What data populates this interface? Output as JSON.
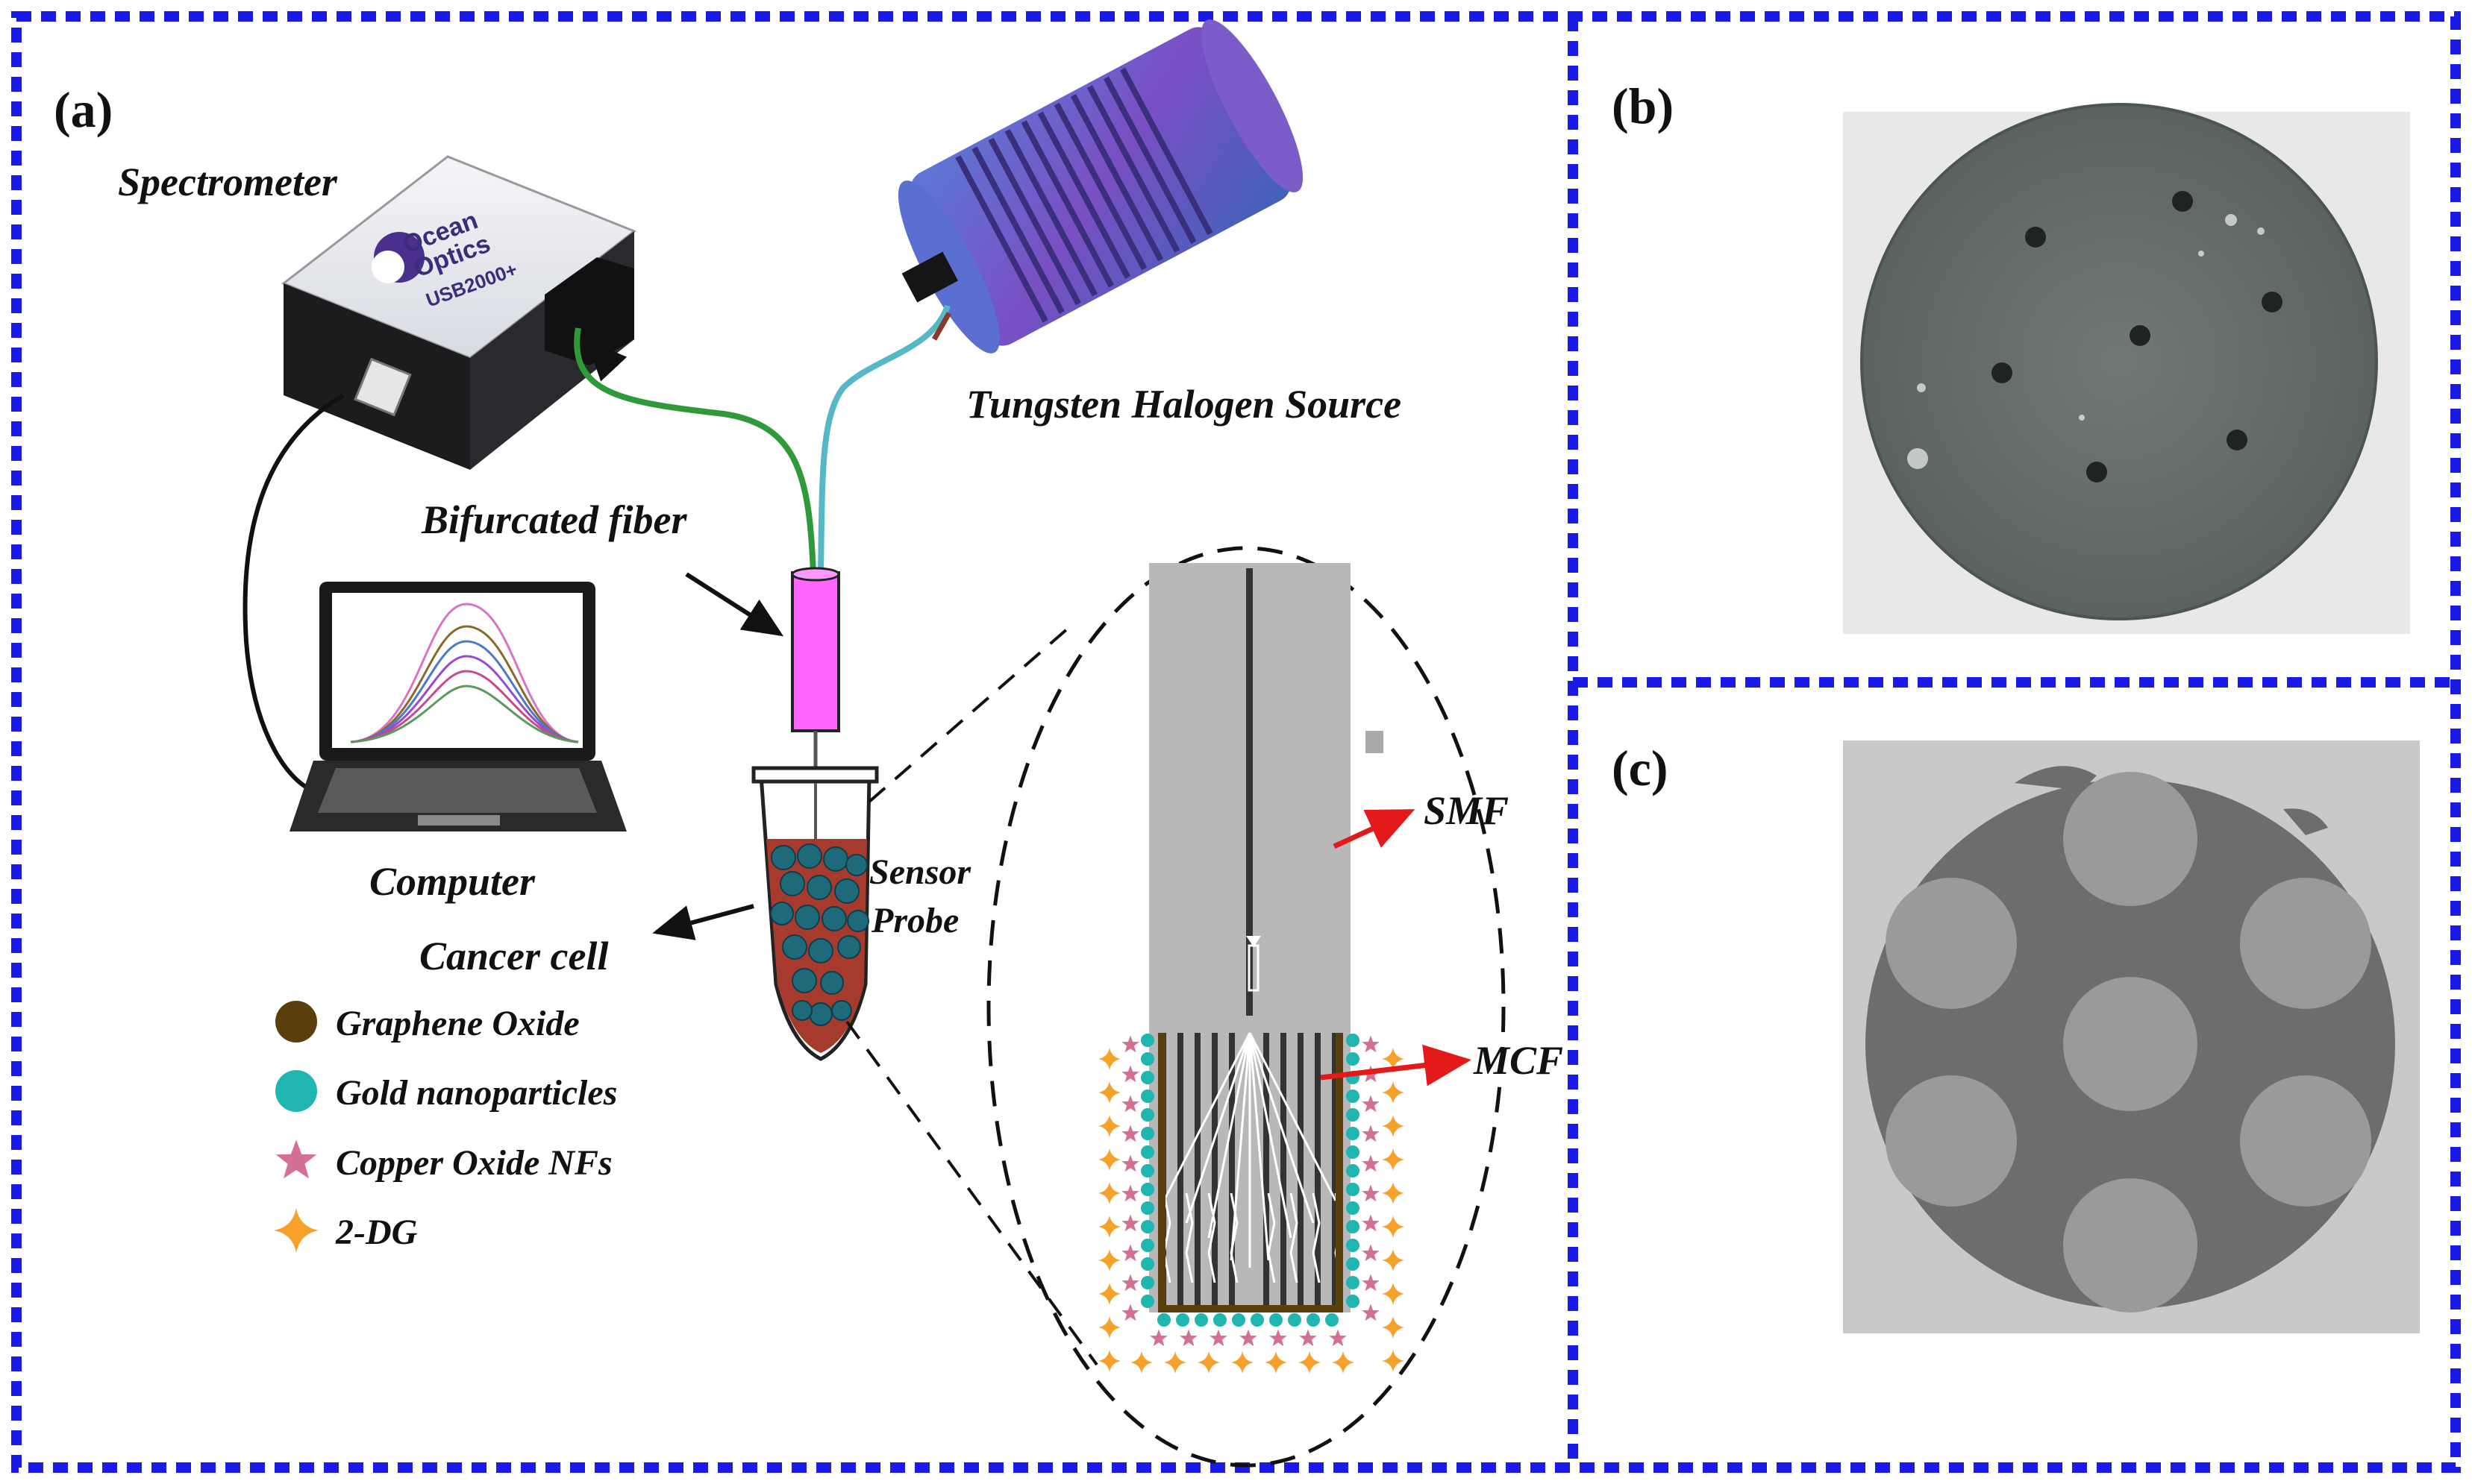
{
  "panels": {
    "a": "(a)",
    "b": "(b)",
    "c": "(c)"
  },
  "labels": {
    "spectrometer": "Spectrometer",
    "tungsten_source": "Tungsten Halogen Source",
    "bifurcated_fiber": "Bifurcated fiber",
    "computer": "Computer",
    "cancer_cell": "Cancer cell",
    "sensor_probe_line1": "Sensor",
    "sensor_probe_line2": "Probe",
    "smf": "SMF",
    "mcf": "MCF"
  },
  "device": {
    "brand_line1": "Ocean",
    "brand_line2": "Optics",
    "model": "USB2000+"
  },
  "legend": [
    {
      "label": "Graphene Oxide",
      "symbol": "circle",
      "color": "#5a3f0c"
    },
    {
      "label": "Gold nanoparticles",
      "symbol": "circle",
      "color": "#1fb5b0"
    },
    {
      "label": "Copper Oxide NFs",
      "symbol": "star",
      "color": "#d46f95"
    },
    {
      "label": "2-DG",
      "symbol": "sparkle",
      "color": "#f5a12a"
    }
  ],
  "colors": {
    "frame_dash": "#1a1ae6",
    "arrow_red": "#e41a1a",
    "fiber_green": "#2f9a3a",
    "fiber_cyan": "#56b8c6",
    "probe_pink": "#ff66ff",
    "solution": "#a63a2c",
    "cell_blue": "#1f6a7a"
  }
}
